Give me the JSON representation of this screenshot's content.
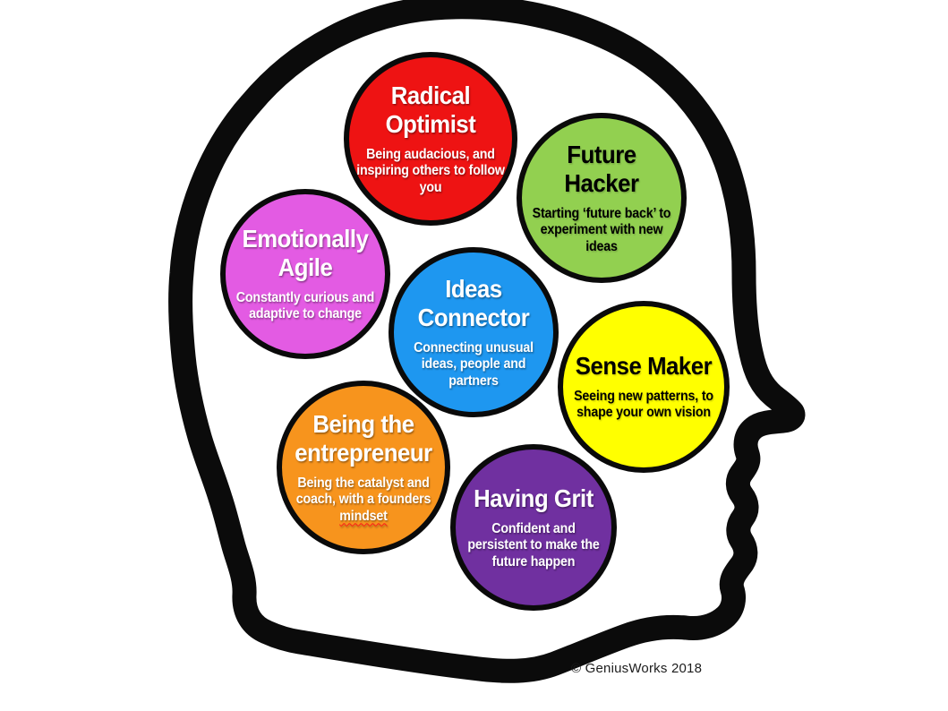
{
  "circles": [
    {
      "id": "radical-optimist",
      "title": "Radical Optimist",
      "body": "Being audacious, and inspiring others to follow you",
      "color": "#ee1313",
      "text_color": "#ffffff"
    },
    {
      "id": "future-hacker",
      "title": "Future Hacker",
      "body": "Starting ‘future back’ to experiment with new ideas",
      "color": "#92d050",
      "text_color": "#000000"
    },
    {
      "id": "emotionally-agile",
      "title": "Emotionally Agile",
      "body": "Constantly curious and adaptive to change",
      "color": "#e35be3",
      "text_color": "#ffffff"
    },
    {
      "id": "ideas-connector",
      "title": "Ideas Connector",
      "body": "Connecting unusual ideas, people and partners",
      "color": "#1e97f0",
      "text_color": "#ffffff"
    },
    {
      "id": "sense-maker",
      "title": "Sense Maker",
      "body": "Seeing new patterns, to shape your own vision",
      "color": "#ffff00",
      "text_color": "#000000"
    },
    {
      "id": "being-the-entrepreneur",
      "title": "Being the entrepreneur",
      "body": "Being the catalyst and coach,  with a founders ",
      "body_squiggle": "mindset",
      "color": "#f7941d",
      "text_color": "#ffffff"
    },
    {
      "id": "having-grit",
      "title": "Having Grit",
      "body": "Confident and persistent to make the future happen",
      "color": "#7030a0",
      "text_color": "#ffffff"
    }
  ],
  "footer": {
    "copyright": "© GeniusWorks 2018"
  },
  "head": {
    "outline_color": "#0b0b0b",
    "fill_color": "#ffffff"
  }
}
